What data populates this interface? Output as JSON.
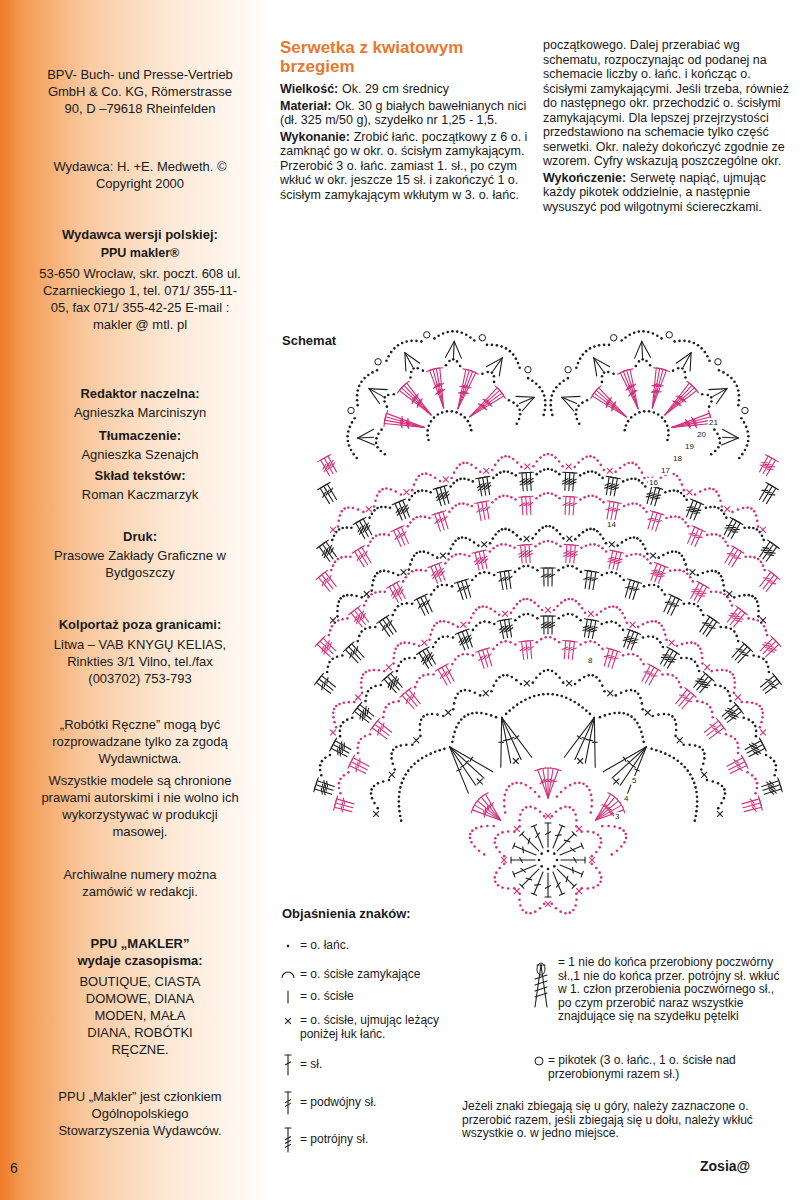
{
  "diagram": {
    "title": "Serwetka z kwiatowym brzegiem",
    "nodes": [
      {
        "text": [
          "BPV- Buch- und Presse-Vertrieb GmbH & Co. KG, Römerstrasse 90, D –79618 Rheinfelden",
          "Wydawca: H. +E. Medweth. © Copyright 2000",
          "Wydawca wersji polskiej:",
          "PPU makler®",
          "53-650 Wrocław, skr. poczt. 608 ul. Czarnieckiego 1, tel. 071/ 355-11-05, fax 071/ 355-42-25 E-mail : makler @ mtl. pl",
          "Redaktor naczelna:",
          "Agnieszka Marciniszyn",
          "Tłumaczenie:",
          "Agnieszka Szenajch",
          "Skład tekstów:",
          "Roman Kaczmarzyk",
          "Druk:",
          "Prasowe Zakłady Graficzne w Bydgoszczy",
          "Kolportaż poza granicami:",
          "Litwa – VAB KNYGŲ KELIAS, Rinkties 3/1 Vilno, tel./fax (003702) 753-793",
          "„Robótki Ręczne” mogą być rozprowadzane tylko za zgodą Wydawnictwa.",
          "Wszystkie modele są chronione prawami autorskimi i nie wolno ich wykorzystywać w produkcji masowej.",
          "Archiwalne numery można zamówić w redakcji.",
          "PPU „MAKLER” wydaje czasopisma:",
          "BOUTIQUE, CIASTA DOMOWE, DIANA MODEN, MAŁA DIANA, ROBÓTKI RĘCZNE.",
          "PPU „Makler” jest członkiem Ogólnopolskiego Stowarzyszenia Wydawców."
        ]
      }
    ],
    "labels": [
      "Wielkość:",
      "Ok. 29 cm średnicy",
      "Materiał:",
      "Ok. 30 g białych bawełnianych nici (dł. 325 m/50 g), szydełko nr 1,25 - 1,5.",
      "Wykonanie:",
      "Zrobić łańc. początkowy z 6 o. i zamknąć go w okr. o. ścisłym zamykającym. Przerobić 3 o. łańc. zamiast 1. sł., po czym wkłuć w okr. jeszcze 15 sł. i zakończyć 1 o. ścisłym zamykającym wkłutym w 3. o. łańc. początkowego. Dalej przerabiać wg schematu, rozpoczynając od podanej na schemacie liczby o. łańc. i kończąc o. ścisłymi zamykającymi. Jeśli trzeba, również do następnego okr. przechodzić o. ścisłymi zamykającymi. Dla lepszej przejrzystości przedstawiono na schemacie tylko część serwetki. Okr. należy dokończyć zgodnie ze wzorem. Cyfry wskazują poszczególne okr.",
      "Wykończenie:",
      "Serwetę napiąć, ujmując każdy pikotek oddzielnie, a następnie wysuszyć pod wilgotnymi ściereczkami.",
      "Schemat",
      "3",
      "4",
      "5",
      "8",
      "14",
      "16",
      "17",
      "18",
      "19",
      "20",
      "21",
      "Objaśnienia znaków:",
      "Jeżeli znaki zbiegają się u góry, należy zaznaczone o. przerobić razem, jeśli zbiegają się u dołu, należy wkłuć wszystkie o. w jedno miejsce.",
      "Zosia@",
      "6"
    ],
    "legend": [
      {
        "text": "= o. łańc."
      },
      {
        "text": "= o. ścisłe zamykające"
      },
      {
        "text": "= o. ścisłe"
      },
      {
        "text": "= o. ścisłe, ujmując leżący poniżej łuk łańc."
      },
      {
        "text": "= sł."
      },
      {
        "text": "= podwójny sł."
      },
      {
        "text": "= potrójny sł."
      },
      {
        "text": "= 1 nie do końca przerobiony poczwórny sł.,1 nie do końca przer. potrójny sł. wkłuć w 1. człon przerobienia poczwórnego sł., po czym przerobić naraz wszystkie znajdujące się na szydełku pętelki"
      },
      {
        "text": "= pikotek (3 o. łańc., 1 o. ścisłe nad przerobionymi razem sł.)"
      }
    ]
  }
}
